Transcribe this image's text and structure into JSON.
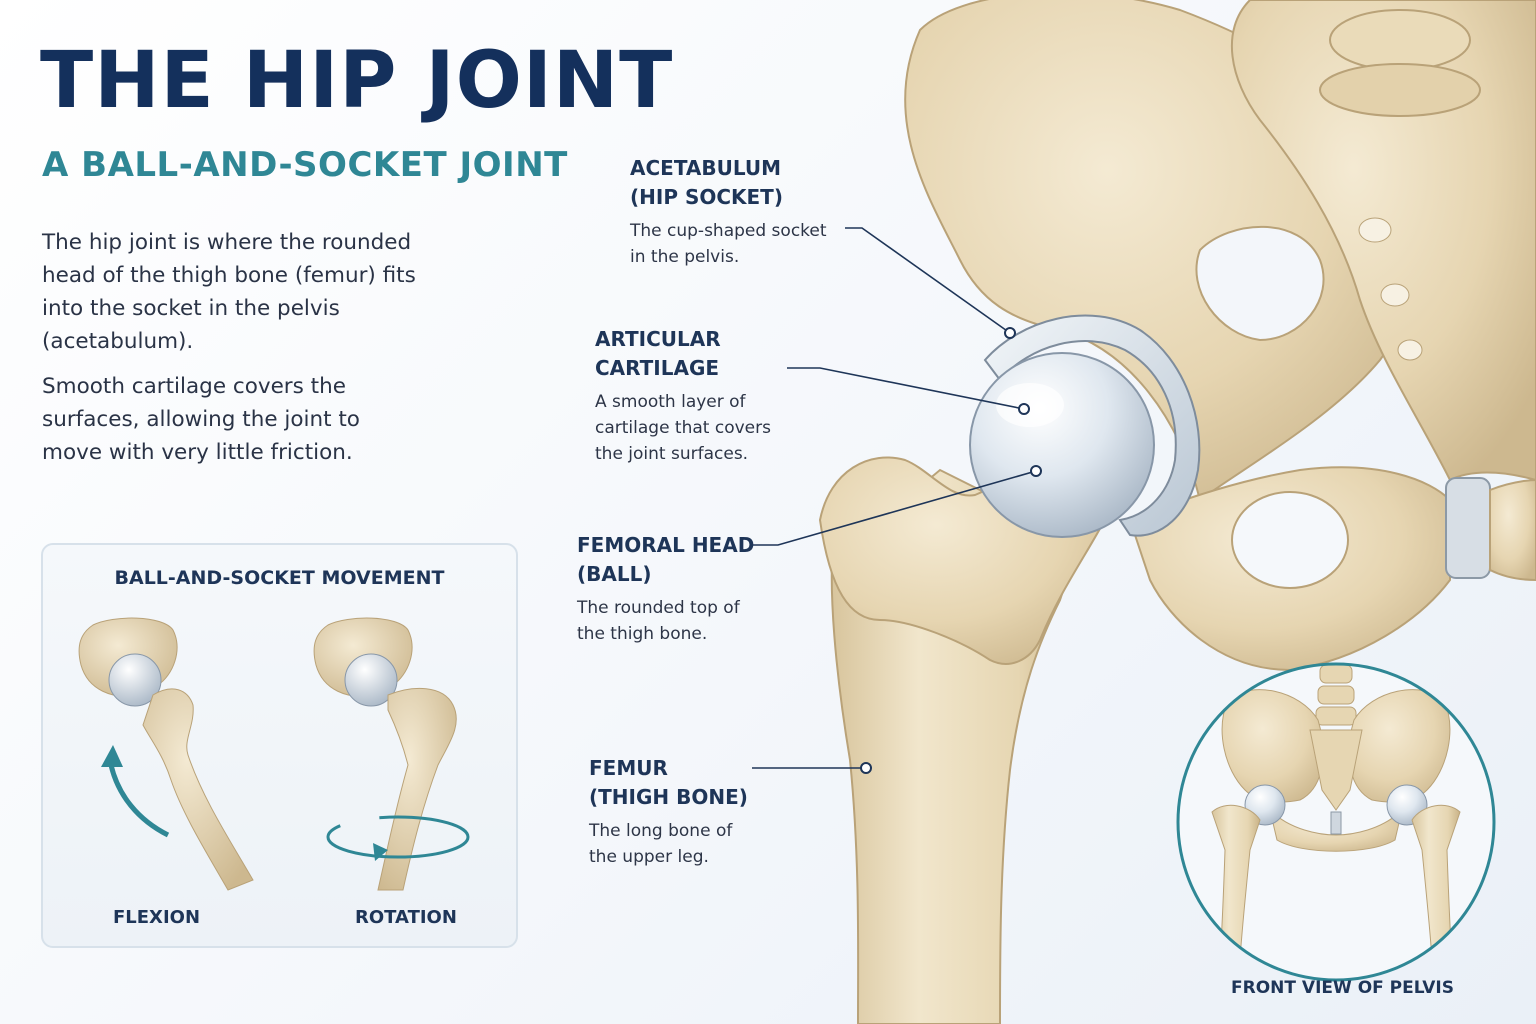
{
  "header": {
    "title": "THE HIP JOINT",
    "subtitle": "A BALL-AND-SOCKET JOINT"
  },
  "intro": {
    "paragraph1": "The hip joint is where the rounded head of the thigh bone (femur) fits into the socket in the pelvis (acetabulum).",
    "paragraph2": "Smooth cartilage covers the surfaces, allowing the joint to move with very little friction."
  },
  "labels": {
    "acetabulum": {
      "title": "ACETABULUM\n(HIP SOCKET)",
      "desc": "The cup-shaped socket\nin the pelvis."
    },
    "cartilage": {
      "title": "ARTICULAR\nCARTILAGE",
      "desc": "A smooth layer of\ncartilage that covers\nthe joint surfaces."
    },
    "femoral_head": {
      "title": "FEMORAL HEAD\n(BALL)",
      "desc": "The rounded top of\nthe thigh bone."
    },
    "femur": {
      "title": "FEMUR\n(THIGH BONE)",
      "desc": "The long bone of\nthe upper leg."
    }
  },
  "movement_panel": {
    "title": "BALL-AND-SOCKET MOVEMENT",
    "flexion_label": "FLEXION",
    "rotation_label": "ROTATION"
  },
  "inset": {
    "caption": "FRONT VIEW OF PELVIS"
  },
  "colors": {
    "title": "#14305c",
    "accent_teal": "#2f8795",
    "bone": "#e8d9b8",
    "cartilage": "#dfe7ee",
    "leader_line": "#1e3558"
  }
}
